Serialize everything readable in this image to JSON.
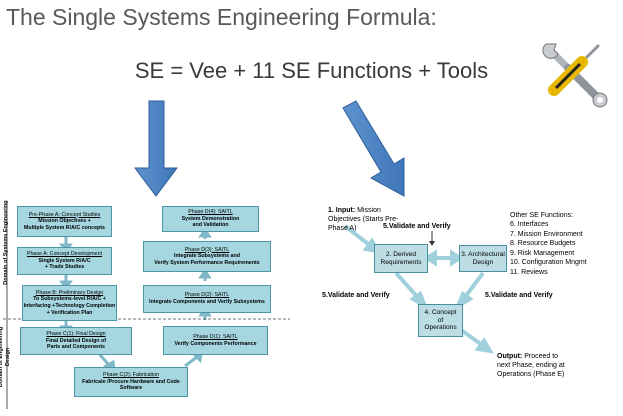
{
  "title": "The Single Systems Engineering Formula:",
  "formula": "SE = Vee + 11 SE Functions + Tools",
  "tools_icon": "wrench-screwdriver-icon",
  "colors": {
    "box_fill": "#a6d7e0",
    "arrow_blue": "#4f86c6",
    "functions_box": "#bcdde4"
  },
  "vee": {
    "domain_se": "Domain of Systems Engineering",
    "domain_eng": "Domain of Engineering Design",
    "boxes": [
      {
        "t": "Pre-Phase A: Concept Studies",
        "b": "Mission Objectives +\nMultiple System R/A/C concepts"
      },
      {
        "t": "Phase A: Concept Development",
        "b": "Single System R/A/C\n+ Trade Studies"
      },
      {
        "t": "Phase B: Preliminary Design",
        "b": "To Subsystems-level R/A/C +\nInterfacing +Technology Completion\n+ Verification Plan"
      },
      {
        "t": "Phase C(1): Final Design",
        "b": "Final Detailed Design of\nParts and Components"
      },
      {
        "t": "Phase C(2): Fabrication",
        "b": "Fabricate /Procure Hardware and  Code Software"
      },
      {
        "t": "Phase D(1): SAITL",
        "b": "Verify Components Performance"
      },
      {
        "t": "Phase D(2): SAITL",
        "b": "Integrate Components and Verify Subsystems"
      },
      {
        "t": "Phase D(3): SAITL",
        "b": "Integrate Subsystems and\nVerify System Performance Requirements"
      },
      {
        "t": "Phase D(4): SAITL",
        "b": "System Demonstration\nand Validation"
      }
    ]
  },
  "functions": {
    "input_label": "1. Input:",
    "input_text": "Mission\nObjectives (Starts Pre-\nPhase A)",
    "box2": "2. Derived\nRequirements",
    "box3": "3. Architectural\nDesign",
    "box4": "4. Concept\nof\nOperations",
    "validate_top": "5.Validate and Verify",
    "validate_left": "5.Validate and Verify",
    "validate_right": "5.Validate and Verify",
    "output_label": "Output:",
    "output_text": "Proceed to\nnext Phase, ending at\nOperations (Phase E)",
    "other_header": "Other SE Functions:",
    "other_items": [
      "6. Interfaces",
      "7. Mission Environment",
      "8. Resource Budgets",
      "9. Risk Management",
      "10. Configuration Mngmt",
      "11. Reviews"
    ]
  }
}
